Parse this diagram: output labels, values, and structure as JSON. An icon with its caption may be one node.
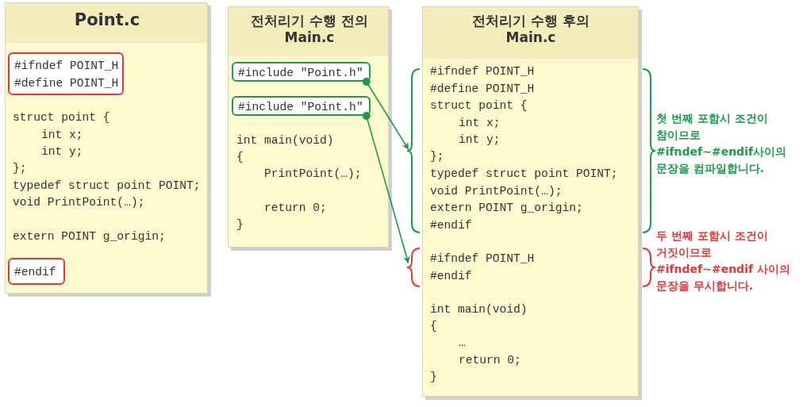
{
  "diagram": {
    "nodes": [
      {
        "text": [
          "Point.c",
          "struct point {",
          "int x;",
          "int y;",
          "};",
          "typedef struct point POINT;",
          "void PrintPoint(…);",
          "extern POINT g_origin;"
        ]
      },
      {
        "text": [
          "#ifndef POINT_H",
          "#define POINT_H"
        ],
        "in": 0
      },
      {
        "text": [
          "#endif"
        ],
        "in": 0
      },
      {
        "text": [
          "전처리기 수행 전의 Main.c",
          "int main(void)",
          "{",
          "PrintPoint(…);",
          "return 0;",
          "}"
        ]
      },
      {
        "text": [
          "#include \"Point.h\""
        ],
        "in": 3
      },
      {
        "text": [
          "#include \"Point.h\""
        ],
        "in": 3
      },
      {
        "text": [
          "전처리기 수행 후의 Main.c",
          "int main(void)",
          "{",
          "…",
          "return 0;",
          "}"
        ]
      },
      {
        "text": [
          "#ifndef POINT_H",
          "#define POINT_H",
          "struct point {",
          "int x;",
          "int y;",
          "};",
          "typedef struct point POINT;",
          "void PrintPoint(…);",
          "extern POINT g_origin;",
          "#endif"
        ],
        "in": 6,
        "beside": [
          "첫 번째 포함시 조건이 참이므로 #ifndef~#endif사이의 문장을 컴파일합니다."
        ]
      },
      {
        "text": [
          "#ifndef POINT_H",
          "#endif"
        ],
        "in": 6,
        "beside": [
          "두 번째 포함시 조건이 거짓이므로 #ifndef~#endif 사이의 문장을 무시합니다."
        ]
      }
    ],
    "edges": [
      {
        "from": 4,
        "to": 7,
        "arrow": "to"
      },
      {
        "from": 5,
        "to": 8,
        "arrow": "to"
      }
    ]
  }
}
